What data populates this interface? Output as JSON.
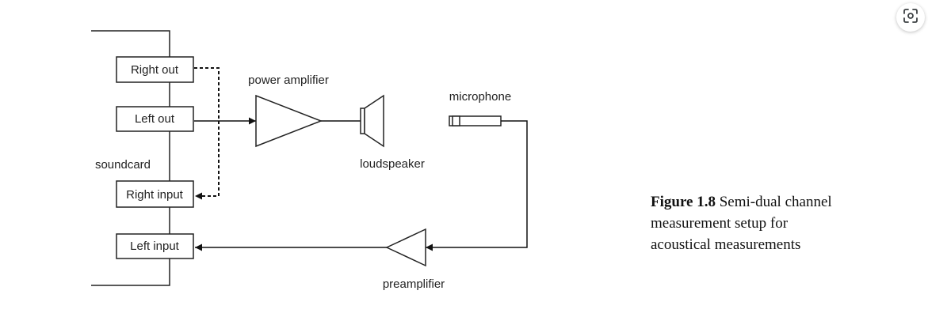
{
  "diagram": {
    "nodes": {
      "right_out": "Right out",
      "left_out": "Left out",
      "right_input": "Right input",
      "left_input": "Left input",
      "soundcard": "soundcard",
      "power_amplifier": "power amplifier",
      "loudspeaker": "loudspeaker",
      "microphone": "microphone",
      "preamplifier": "preamplifier"
    }
  },
  "caption": {
    "figure_label": "Figure 1.8",
    "line1": "Semi-dual channel",
    "line2": "measurement setup for",
    "line3": "acoustical measurements"
  },
  "icons": {
    "visual_search": "lens-icon"
  }
}
